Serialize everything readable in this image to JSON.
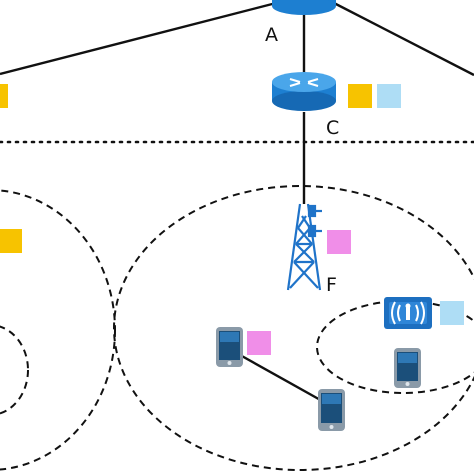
{
  "nodes": {
    "router_a": {
      "label": "A",
      "icon": "router-icon"
    },
    "router_c": {
      "label": "C",
      "icon": "router-icon"
    },
    "tower_f": {
      "label": "F",
      "icon": "cell-tower-icon"
    },
    "access_point": {
      "icon": "wireless-access-point-icon"
    },
    "phones": [
      {
        "icon": "smartphone-icon"
      },
      {
        "icon": "smartphone-icon"
      },
      {
        "icon": "smartphone-icon"
      }
    ]
  },
  "colors": {
    "router_blue": "#1d7fd1",
    "tag_yellow": "#f7c300",
    "tag_light_blue": "#aeddf5",
    "tag_pink": "#f08ee8",
    "line": "#111111"
  }
}
